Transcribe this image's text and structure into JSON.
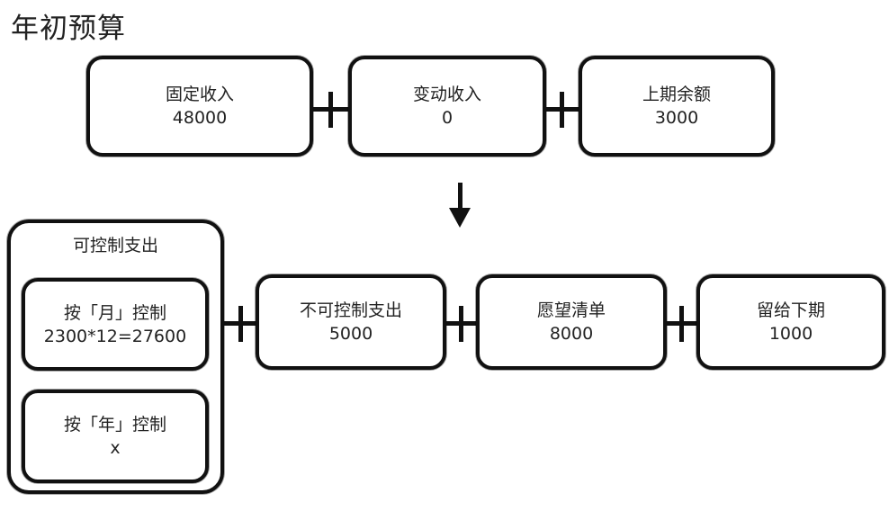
{
  "title": "年初预算",
  "income_row": [
    {
      "label": "固定收入",
      "value": "48000"
    },
    {
      "label": "变动收入",
      "value": "0"
    },
    {
      "label": "上期余额",
      "value": "3000"
    }
  ],
  "operators": {
    "plus": "+",
    "arrow": "down"
  },
  "controllable": {
    "label": "可控制支出",
    "items": [
      {
        "label": "按「月」控制",
        "value": "2300*12=27600"
      },
      {
        "label": "按「年」控制",
        "value": "x"
      }
    ]
  },
  "expense_row": [
    {
      "label": "不可控制支出",
      "value": "5000"
    },
    {
      "label": "愿望清单",
      "value": "8000"
    },
    {
      "label": "留给下期",
      "value": "1000"
    }
  ]
}
